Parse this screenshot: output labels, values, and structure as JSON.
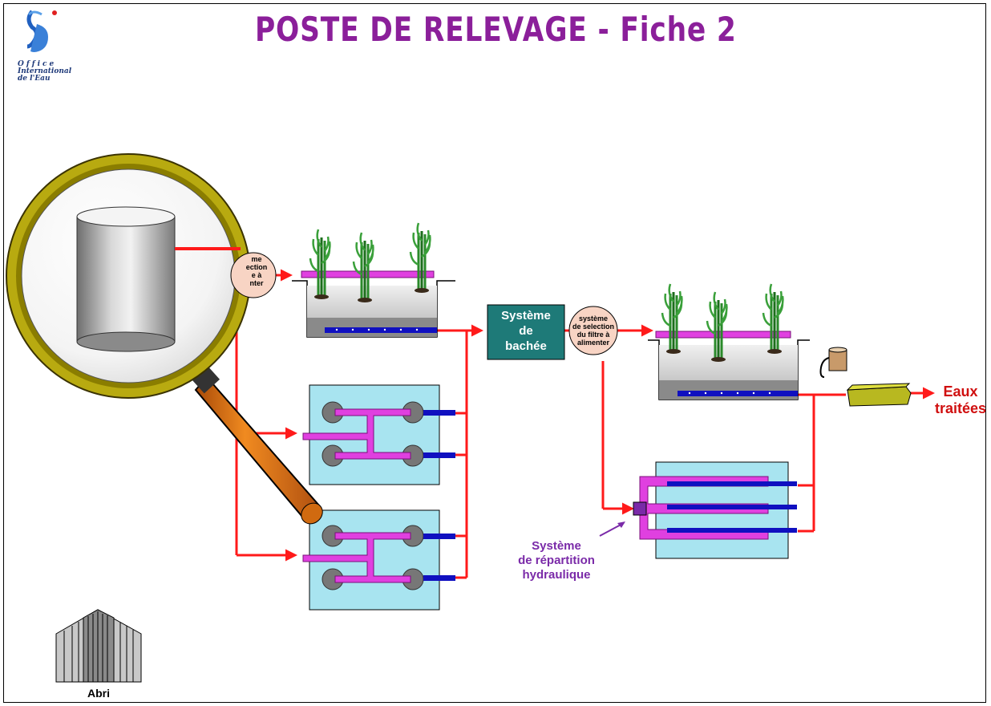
{
  "title": "POSTE DE RELEVAGE - Fiche 2",
  "logo": {
    "line1": "Office",
    "line2": "International",
    "line3": "de l'Eau"
  },
  "labels": {
    "selection_left": [
      "me",
      "ection",
      "e à",
      "nter"
    ],
    "selection_right": [
      "système",
      "de selection",
      "du filtre à",
      "alimenter"
    ],
    "bachee": [
      "Système",
      "de",
      "bachée"
    ],
    "repartition": [
      "Système",
      "de répartition",
      "hydraulique"
    ],
    "outlet": [
      "Eaux",
      "traitées"
    ],
    "shelter": "Abri"
  },
  "colors": {
    "title": "#8b1f9a",
    "pipe_red": "#ff1a1a",
    "bachee_box": "#1e7a78",
    "distribution_pink": "#e040e0",
    "drain_blue": "#1010c0",
    "filter_cyan": "#a8e4f0",
    "magnifier_rim": "#b8aa10",
    "magnifier_handle": "#e07010",
    "purple_label": "#7a2aa8",
    "outlet_label": "#d01010"
  }
}
